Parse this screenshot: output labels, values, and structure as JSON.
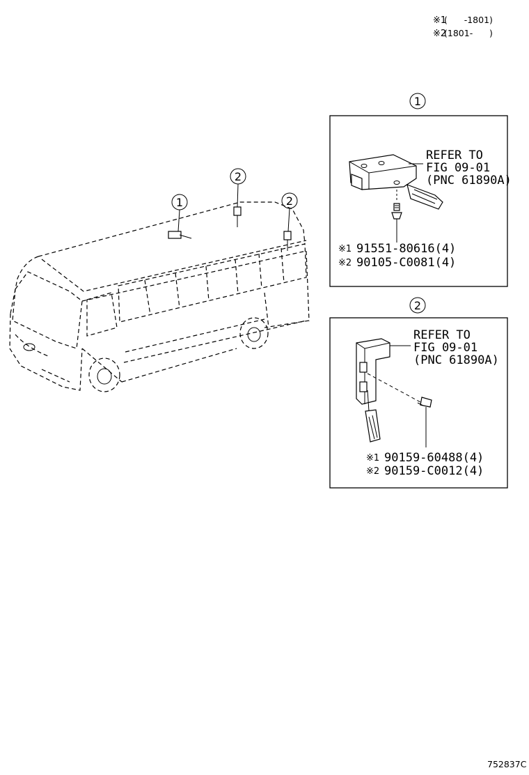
{
  "notes": {
    "note1_mark": "※1",
    "note1_text": "(      -1801)",
    "note2_mark": "※2",
    "note2_text": "(1801-      )"
  },
  "callouts": {
    "one": "1",
    "two": "2"
  },
  "panel1": {
    "header": "1",
    "refer_line1": "REFER TO",
    "refer_line2": "FIG 09-01",
    "refer_line3": "(PNC 61890A)",
    "part1_mark": "※1",
    "part1_number": "91551-80616(4)",
    "part2_mark": "※2",
    "part2_number": "90105-C0081(4)"
  },
  "panel2": {
    "header": "2",
    "refer_line1": "REFER TO",
    "refer_line2": "FIG 09-01",
    "refer_line3": "(PNC 61890A)",
    "part1_mark": "※1",
    "part1_number": "90159-60488(4)",
    "part2_mark": "※2",
    "part2_number": "90159-C0012(4)"
  },
  "footer": {
    "illustration_code": "752837C"
  }
}
